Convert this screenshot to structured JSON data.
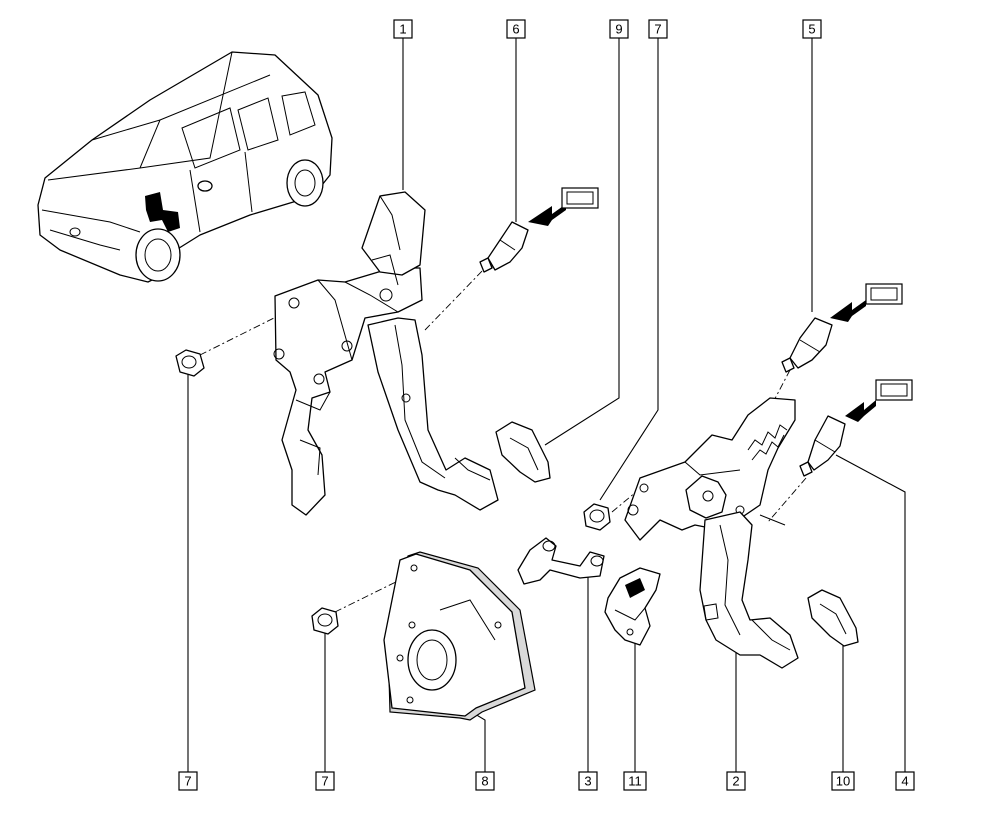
{
  "labels": {
    "top": [
      "1",
      "6",
      "9",
      "7",
      "5"
    ],
    "bottom": [
      "7",
      "7",
      "8",
      "3",
      "11",
      "2",
      "10",
      "4"
    ]
  },
  "colors": {
    "line": "#000000",
    "background": "#ffffff",
    "shade": "#d9d9d9"
  }
}
